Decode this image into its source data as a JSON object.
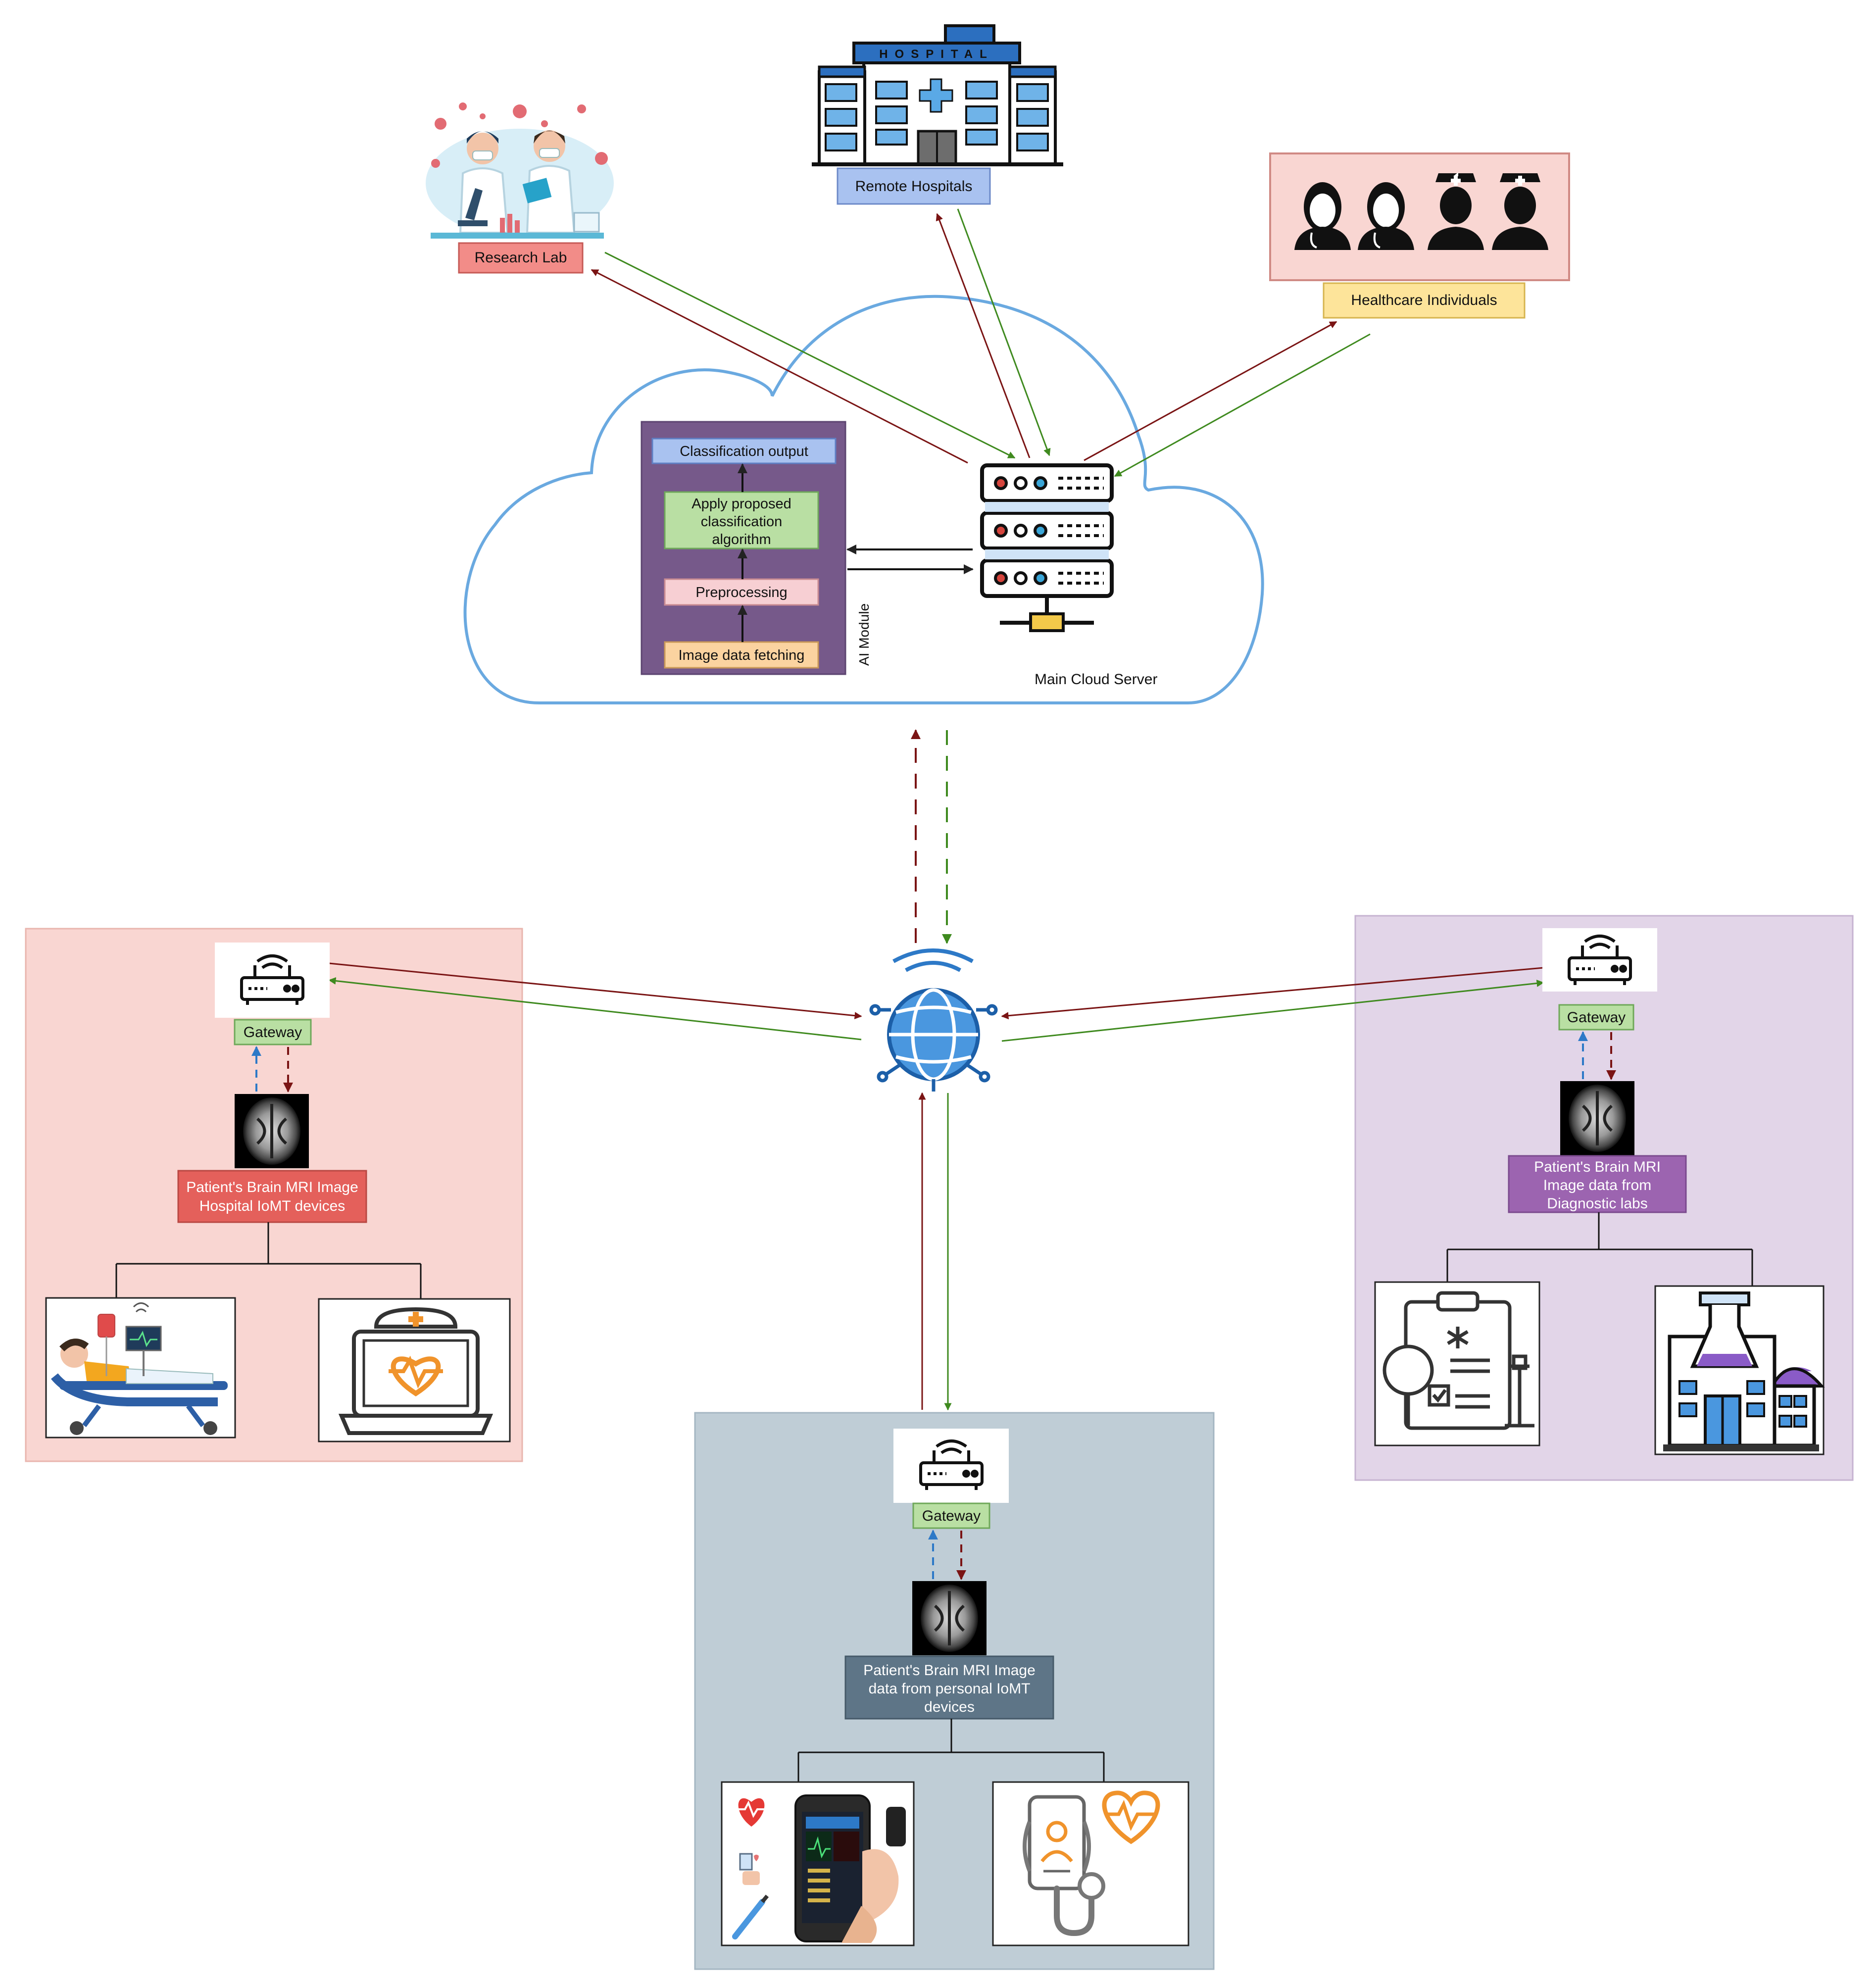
{
  "top": {
    "research_lab": "Research Lab",
    "hospital_sign": "HOSPITAL",
    "remote_hospitals": "Remote Hospitals",
    "healthcare_individuals": "Healthcare Individuals"
  },
  "cloud": {
    "server_label": "Main Cloud Server",
    "ai_module_label": "AI Module",
    "steps": {
      "output": "Classification output",
      "apply_1": "Apply proposed",
      "apply_2": "classification",
      "apply_3": "algorithm",
      "preprocessing": "Preprocessing",
      "fetching": "Image data fetching"
    }
  },
  "left_panel": {
    "gateway": "Gateway",
    "caption_1": "Patient's Brain MRI Image",
    "caption_2": "Hospital IoMT devices"
  },
  "right_panel": {
    "gateway": "Gateway",
    "caption_1": "Patient's Brain MRI",
    "caption_2": "Image data from",
    "caption_3": "Diagnostic labs"
  },
  "bottom_panel": {
    "gateway": "Gateway",
    "caption_1": "Patient's Brain MRI Image",
    "caption_2": "data from personal IoMT",
    "caption_3": "devices"
  },
  "colors": {
    "red_arrow": "#7a1414",
    "green_arrow": "#3f8a1f",
    "blue_arrow": "#2d79c7",
    "cloud_stroke": "#6aa9e0",
    "left_bg": "#f9d6d2",
    "right_bg": "#e2d5e8",
    "bottom_bg": "#bfcdd6",
    "ai_module_bg": "#76598a"
  }
}
